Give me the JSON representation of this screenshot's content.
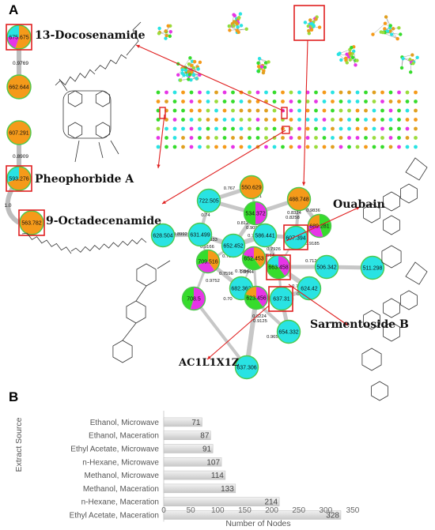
{
  "panels": {
    "a": "A",
    "b": "B"
  },
  "compounds": {
    "c1": "13-Docosenamide",
    "c2": "Pheophorbide A",
    "c3": "9-Octadecenamide",
    "c4": "Ouabain",
    "c5": "Sarmentoside B",
    "c6": "AC1L1X1Z"
  },
  "cluster_left": {
    "nodes": [
      "675.675",
      "662.644",
      "607.291",
      "593.276",
      "563.782"
    ],
    "edges": [
      "0.9769",
      "0.8909",
      "1.0"
    ]
  },
  "cluster_right": {
    "nodes": [
      "550.629",
      "722.505",
      "534.372",
      "488.748",
      "628.504",
      "631.499",
      "586.441",
      "607.394",
      "652.452",
      "689.281",
      "709.516",
      "652.453",
      "663.458",
      "506.342",
      "511.298",
      "624.42",
      "682.363",
      "708.5",
      "623.456",
      "637.31",
      "654.332",
      "637.306"
    ],
    "edges": [
      "0.767",
      "0.7701",
      "0.8324",
      "0.9836",
      "0.8258",
      "0.74",
      "0.8992",
      "0.9095",
      "0.7713",
      "0.9166",
      "0.9333",
      "0.7834",
      "0.7954",
      "0.8514",
      "0.7926",
      "0.7128",
      "0.9185",
      "0.7596",
      "0.9752",
      "1.8544",
      "0.7432",
      "0.8675",
      "0.8224",
      "0.9125",
      "0.9655",
      "0.70",
      "0.812"
    ]
  },
  "colors": {
    "cyan": "#29e3e3",
    "orange": "#f59a1a",
    "green": "#36dc2c",
    "magenta": "#e635e6",
    "highlight": "#e02020",
    "bar": "#d9d9d9"
  },
  "chart_data": {
    "type": "bar",
    "orientation": "horizontal",
    "categories": [
      "Ethanol, Microwave",
      "Ethanol, Maceration",
      "Ethyl Acetate, Microwave",
      "n-Hexane, Microwave",
      "Methanol, Microwave",
      "Methanol, Maceration",
      "n-Hexane, Maceration",
      "Ethyl Acetate, Maceration"
    ],
    "values": [
      71,
      87,
      91,
      107,
      114,
      133,
      214,
      328
    ],
    "xlabel": "Number of Nodes",
    "ylabel": "Extract Source",
    "xlim": [
      0,
      350
    ],
    "xticks": [
      "0",
      "50",
      "100",
      "150",
      "200",
      "250",
      "300",
      "350"
    ]
  }
}
